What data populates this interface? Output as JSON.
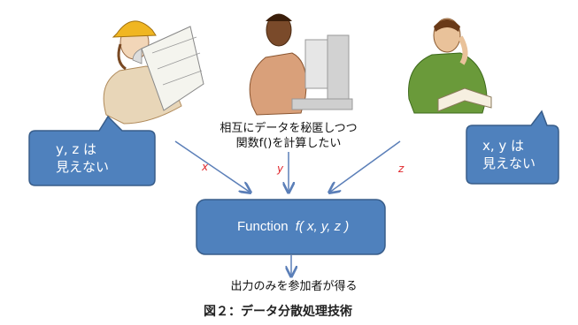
{
  "participants": {
    "left": {
      "bubble_line1": "y, z は",
      "bubble_line2": "見えない",
      "var": "x"
    },
    "center": {
      "note_line1": "相互にデータを秘匿しつつ",
      "note_line2": "関数f()を計算したい",
      "var": "y"
    },
    "right": {
      "bubble_line1": "x, y は",
      "bubble_line2": "見えない",
      "var": "z"
    }
  },
  "function_box": {
    "label": "Function",
    "formula": "f( x, y, z )"
  },
  "output_text": "出力のみを参加者が得る",
  "caption": "図２：データ分散処理技術",
  "colors": {
    "box_fill": "#4f81bd",
    "box_stroke": "#385d8a",
    "arrow": "#5b7fb8",
    "var_label": "#e0262b"
  }
}
